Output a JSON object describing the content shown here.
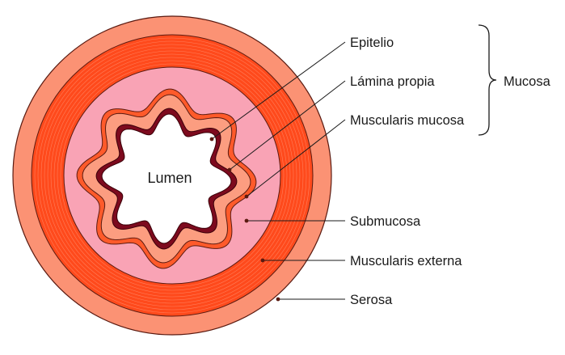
{
  "labels": {
    "lumen": "Lumen",
    "epitelio": "Epitelio",
    "lamina_propia": "Lámina propia",
    "muscularis_mucosa": "Muscularis mucosa",
    "submucosa": "Submucosa",
    "muscularis_externa": "Muscularis externa",
    "serosa": "Serosa",
    "mucosa": "Mucosa"
  },
  "colors": {
    "serosa": "#fb9274",
    "muscularis_externa": "#ff4a1c",
    "submucosa": "#f9a3b5",
    "muscularis_mucosa": "#ff5a2a",
    "lamina_propia": "#fc9d80",
    "epitelio": "#7d0a1e",
    "lumen": "#ffffff",
    "outline": "#5a1a10"
  }
}
